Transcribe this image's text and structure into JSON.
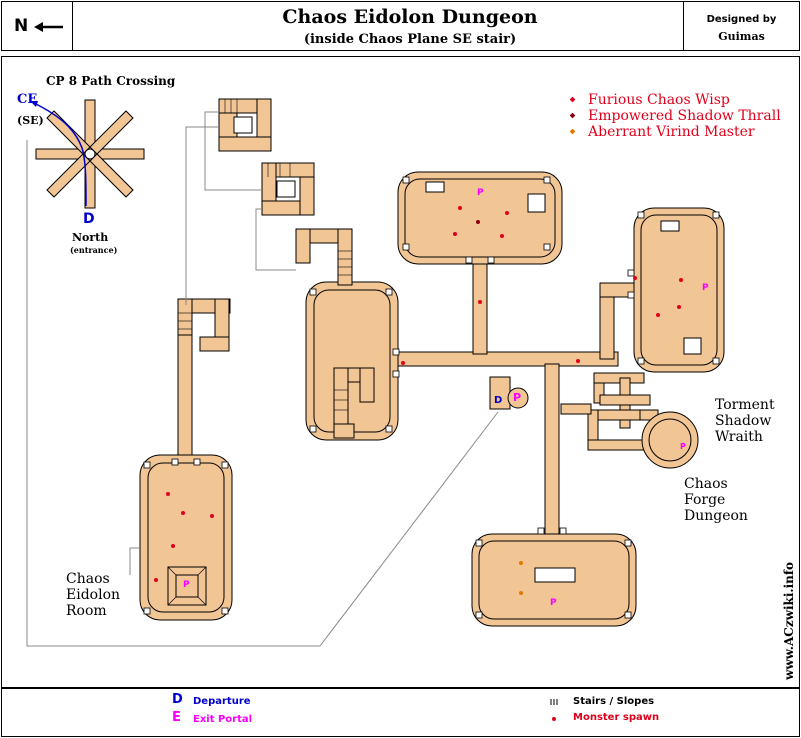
{
  "header": {
    "title": "Chaos Eidolon Dungeon",
    "subtitle": "(inside Chaos Plane SE stair)",
    "designed_by_label": "Designed by",
    "designer": "Guimas",
    "north_marker": "N"
  },
  "compass": {
    "caption": "CP 8 Path Crossing",
    "ce_label": "CE",
    "se_label": "(SE)",
    "d_label": "D",
    "north_label": "North",
    "entrance_label": "(entrance)"
  },
  "monster_legend": [
    {
      "name": "Furious Chaos Wisp",
      "color": "#e0001b"
    },
    {
      "name": "Empowered Shadow Thrall",
      "color": "#8b0010"
    },
    {
      "name": "Aberrant Virind Master",
      "color": "#e07800"
    }
  ],
  "map_labels": {
    "torment": [
      "Torment",
      "Shadow",
      "Wraith"
    ],
    "forge": [
      "Chaos",
      "Forge",
      "Dungeon"
    ],
    "eidolon": [
      "Chaos",
      "Eidolon",
      "Room"
    ],
    "departure_mark": "D",
    "portal_mark": "P",
    "watermark": "www.ACzwiki.info"
  },
  "footer": {
    "departure_letter": "D",
    "departure_label": "Departure",
    "exit_letter": "E",
    "exit_label": "Exit Portal",
    "stairs_label": "Stairs / Slopes",
    "spawn_label": "Monster spawn"
  },
  "colors": {
    "floor": "#f2c594",
    "wall": "#000000",
    "departure": "#0000cc",
    "portal": "#ff00ff",
    "spawn": "#e0001b",
    "compass_path": "#0000cc"
  },
  "icons": {
    "north_arrow": "north-arrow-icon",
    "stairs": "stairs-icon"
  }
}
